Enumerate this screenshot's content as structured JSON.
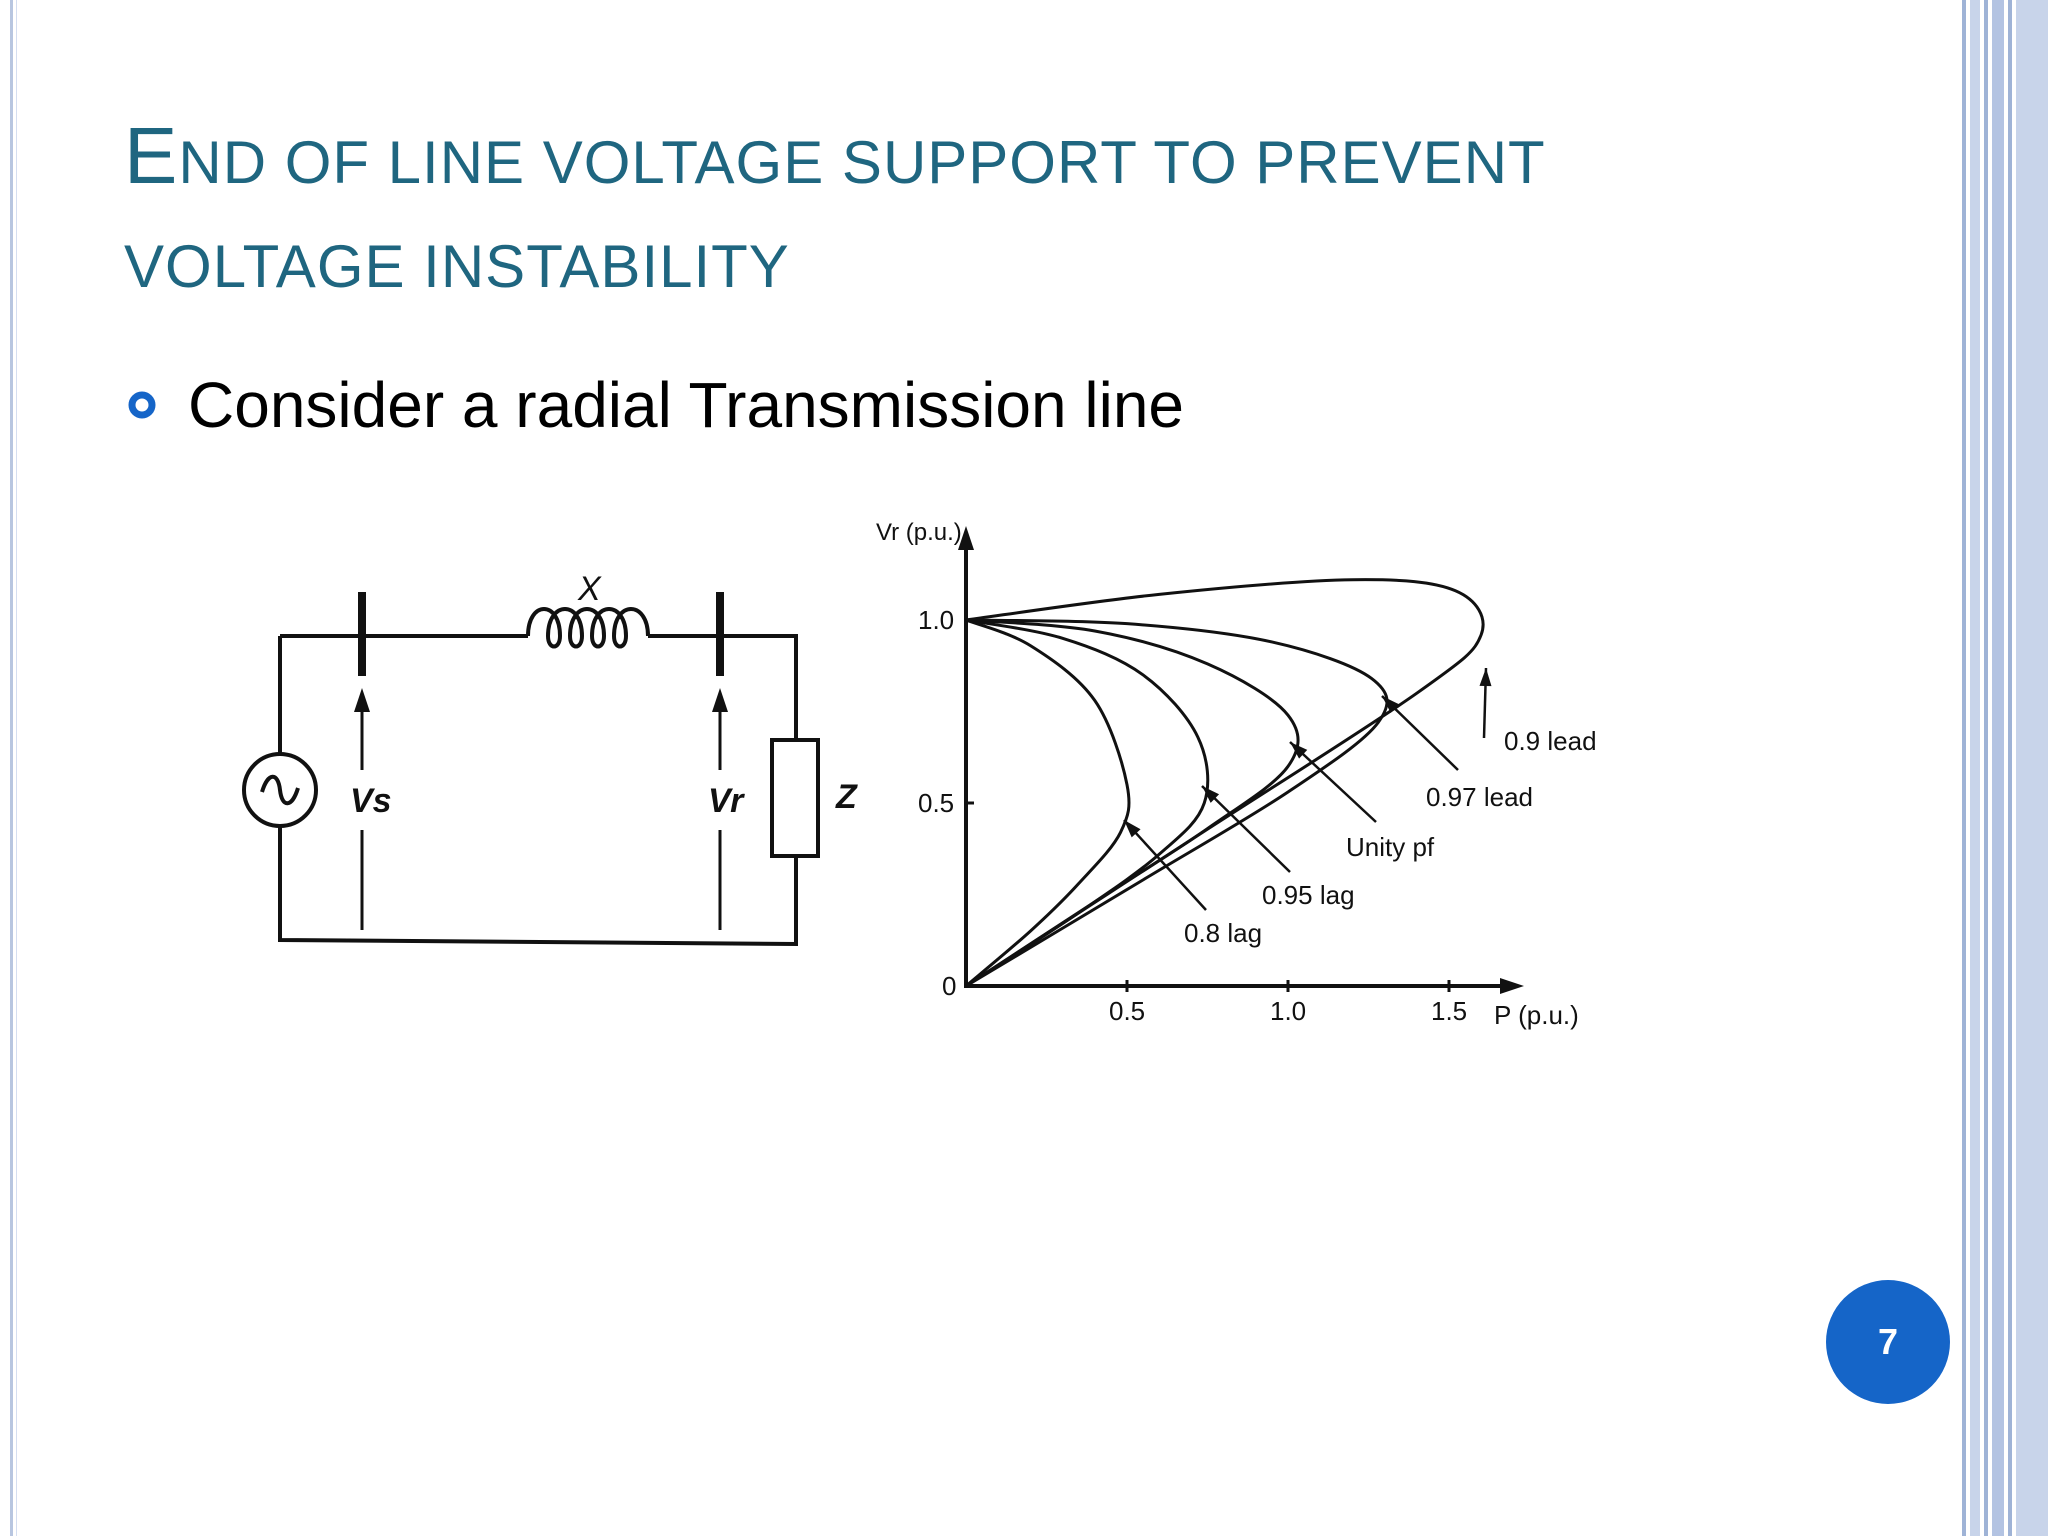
{
  "slide": {
    "title_first_letter": "E",
    "title_rest_line1": "nd of line voltage support to prevent",
    "title_line2": "voltage instability",
    "bullet_text": "Consider a radial Transmission line",
    "page_number": "7"
  },
  "circuit": {
    "reactance_label": "X",
    "sending_voltage_label": "Vs",
    "receiving_voltage_label": "Vr",
    "load_label": "Z"
  },
  "colors": {
    "title": "#1f6680",
    "bullet": "#1565c8",
    "page_badge": "#1565c8",
    "right_border_dark": "#9fb3d6",
    "right_border_light": "#c8d4ea",
    "left_rule": "#b8c6e0"
  },
  "chart_data": {
    "type": "line",
    "ylabel": "Vr (p.u.)",
    "xlabel": "P (p.u.)",
    "x_ticks": [
      "0.5",
      "1.0",
      "1.5"
    ],
    "y_ticks": [
      "0",
      "0.5",
      "1.0"
    ],
    "xlim": [
      0,
      1.75
    ],
    "ylim": [
      0,
      1.2
    ],
    "grid": false,
    "series": [
      {
        "name": "0.8 lag",
        "x": [
          0,
          0.2,
          0.4,
          0.5,
          0.48,
          0.35,
          0.2,
          0
        ],
        "y": [
          1.0,
          0.93,
          0.78,
          0.55,
          0.42,
          0.28,
          0.15,
          0
        ]
      },
      {
        "name": "0.95 lag",
        "x": [
          0,
          0.3,
          0.55,
          0.72,
          0.74,
          0.6,
          0.35,
          0
        ],
        "y": [
          1.0,
          0.95,
          0.85,
          0.68,
          0.5,
          0.36,
          0.2,
          0
        ]
      },
      {
        "name": "Unity pf",
        "x": [
          0,
          0.4,
          0.75,
          1.0,
          1.0,
          0.75,
          0.4,
          0
        ],
        "y": [
          1.0,
          0.97,
          0.88,
          0.74,
          0.6,
          0.43,
          0.23,
          0
        ]
      },
      {
        "name": "0.97 lead",
        "x": [
          0,
          0.5,
          0.95,
          1.26,
          1.28,
          1.0,
          0.55,
          0
        ],
        "y": [
          1.0,
          0.99,
          0.94,
          0.84,
          0.72,
          0.53,
          0.29,
          0
        ]
      },
      {
        "name": "0.9 lead",
        "x": [
          0,
          0.6,
          1.2,
          1.52,
          1.6,
          1.4,
          0.7,
          0
        ],
        "y": [
          1.0,
          1.07,
          1.11,
          1.08,
          0.96,
          0.8,
          0.4,
          0
        ]
      }
    ],
    "annotations": [
      "0.9 lead",
      "0.97 lead",
      "Unity pf",
      "0.95 lag",
      "0.8 lag"
    ]
  }
}
